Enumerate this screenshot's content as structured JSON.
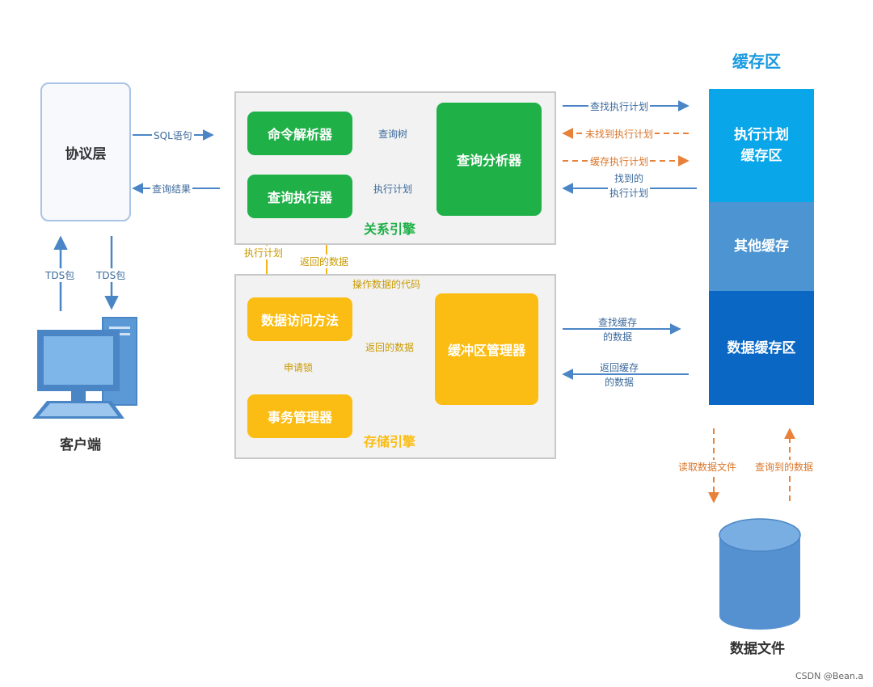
{
  "cache_area": {
    "title": "缓存区",
    "plan_cache": "执行计划\n缓存区",
    "other_cache": "其他缓存",
    "data_cache": "数据缓存区"
  },
  "protocol_layer": "协议层",
  "client_label": "客户端",
  "relational_engine": {
    "label": "关系引擎",
    "parser": "命令解析器",
    "executor": "查询执行器",
    "analyzer": "查询分析器"
  },
  "storage_engine": {
    "label": "存储引擎",
    "access": "数据访问方法",
    "transaction": "事务管理器",
    "buffer_manager": "缓冲区管理器"
  },
  "datafile_label": "数据文件",
  "arrows": {
    "sql_statement": "SQL语句",
    "query_result": "查询结果",
    "tds_up": "TDS包",
    "tds_down": "TDS包",
    "query_tree": "查询树",
    "exec_plan_left": "执行计划",
    "exec_plan_down": "执行计划",
    "returned_data_up": "返回的数据",
    "op_data_code": "操作数据的代码",
    "returned_data_left": "返回的数据",
    "apply_lock": "申请锁",
    "find_plan": "查找执行计划",
    "plan_not_found": "未找到执行计划",
    "cache_plan": "缓存执行计划",
    "found_plan": "找到的\n执行计划",
    "find_cache_data": "查找缓存\n的数据",
    "return_cache_data": "返回缓存\n的数据",
    "read_datafile": "读取数据文件",
    "queried_data": "查询到的数据"
  },
  "watermark": "CSDN @Bean.a",
  "colors": {
    "green": "#1fb048",
    "yellow": "#fbbd14",
    "cache_top": "#0aa6ea",
    "cache_mid": "#4d95d2",
    "cache_bottom": "#0a68c4",
    "arrow_blue": "#4a86c5",
    "arrow_orange": "#e8823a",
    "arrow_gold": "#f4b41a"
  }
}
